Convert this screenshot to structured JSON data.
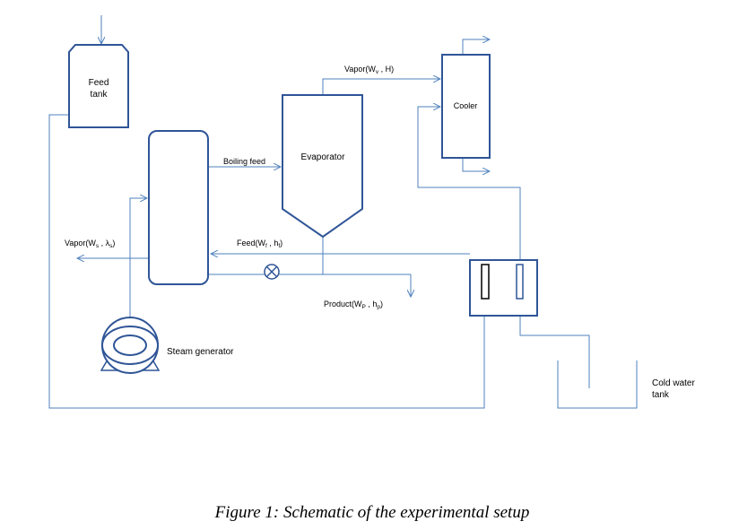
{
  "equipment": {
    "feed_tank": [
      "Feed",
      "tank"
    ],
    "evaporator": "Evaporator",
    "cooler": "Cooler",
    "steam_generator": "Steam generator",
    "cold_water_tank": [
      "Cold water",
      "tank"
    ]
  },
  "streams": {
    "vapor_top": {
      "main": "Vapor(W",
      "sub": "v",
      "rest": " , H)"
    },
    "boiling_feed": "Boiling feed",
    "feed": {
      "main": "Feed(W",
      "sub1": "f",
      "mid": " , h",
      "sub2": "f",
      "end": ")"
    },
    "vapor_steam": {
      "main": "Vapor(W",
      "sub1": "s",
      "mid": " , λ",
      "sub2": "s",
      "end": ")"
    },
    "product": {
      "main": "Product(W",
      "sub1": "P",
      "mid": " , h",
      "sub2": "p",
      "end": ")"
    }
  },
  "caption": "Figure 1: Schematic of the experimental setup",
  "colors": {
    "vessel_stroke": "#2f5597",
    "pipe": "#4f81bd"
  }
}
